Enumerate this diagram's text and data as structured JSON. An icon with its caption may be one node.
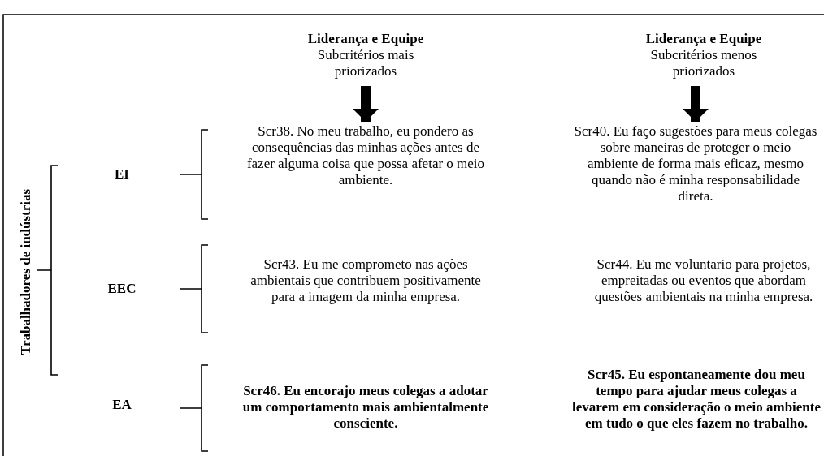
{
  "diagram": {
    "nodes": [
      {
        "text": [
          "Liderança e Equipe",
          "Subcritérios mais priorizados"
        ]
      },
      {
        "text": [
          "Liderança e Equipe",
          "Subcritérios menos priorizados"
        ]
      },
      {
        "text": [
          "Trabalhadores de indústrias"
        ]
      },
      {
        "text": [
          "EI"
        ]
      },
      {
        "text": [
          "EEC"
        ]
      },
      {
        "text": [
          "EA"
        ]
      },
      {
        "text": [
          "Scr38. No meu trabalho, eu pondero as consequências das minhas ações antes de fazer alguma coisa que possa afetar o meio ambiente."
        ]
      },
      {
        "text": [
          "Scr40. Eu faço sugestões para meus colegas sobre maneiras de proteger o meio ambiente de forma mais eficaz, mesmo quando não é minha responsabilidade direta."
        ]
      },
      {
        "text": [
          "Scr43. Eu me comprometo nas ações ambientais que contribuem positivamente para a imagem da minha empresa."
        ]
      },
      {
        "text": [
          "Scr44. Eu me voluntario para projetos, empreitadas ou eventos que abordam questões ambientais na minha empresa."
        ]
      },
      {
        "text": [
          "Scr46. Eu encorajo meus colegas a adotar um comportamento mais ambientalmente consciente."
        ]
      },
      {
        "text": [
          "Scr45. Eu espontaneamente dou meu tempo para ajudar meus colegas a levarem em consideração o meio ambiente em tudo o que eles fazem no trabalho."
        ]
      }
    ],
    "edges": [
      {
        "from": 0,
        "to": 6,
        "arrow": "to"
      },
      {
        "from": 1,
        "to": 7,
        "arrow": "to"
      }
    ]
  }
}
